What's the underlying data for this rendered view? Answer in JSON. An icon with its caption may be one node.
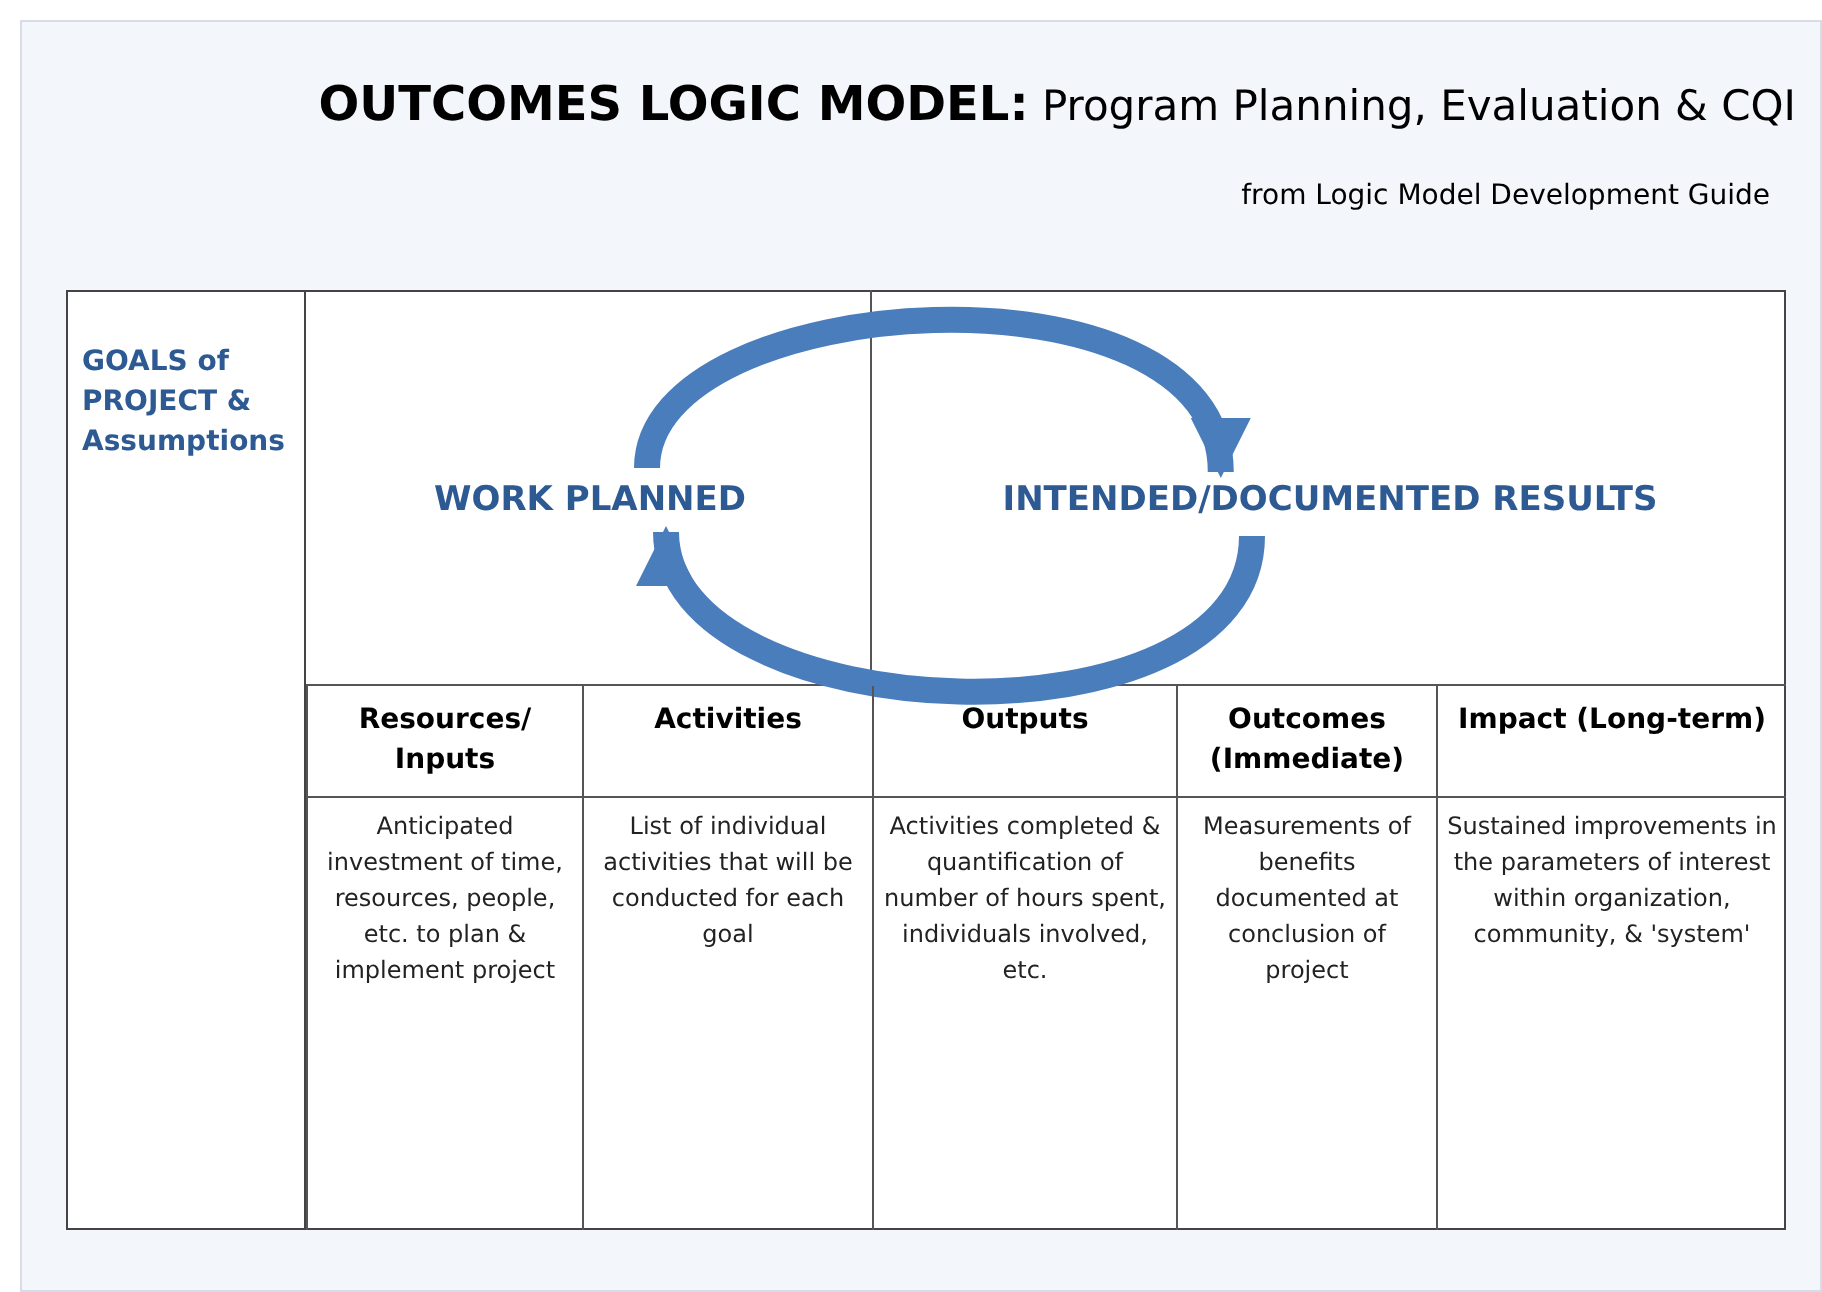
{
  "diagram": {
    "title": "**OUTCOMES LOGIC MODEL:** Program Planning, Evaluation & CQI",
    "nodes": [
      {
        "text": [
          "GOALS of PROJECT & Assumptions"
        ]
      },
      {
        "text": [
          "WORK PLANNED"
        ]
      },
      {
        "text": [
          "INTENDED/DOCUMENTED RESULTS"
        ]
      },
      {
        "text": [
          "Resources/ Inputs",
          "Anticipated investment of time, resources, people, etc. to plan & implement project"
        ]
      },
      {
        "text": [
          "Activities",
          "List of individual activities that will be conducted for each goal"
        ]
      },
      {
        "text": [
          "Outputs",
          "Activities completed & quantification of number of hours spent, individuals involved, etc."
        ]
      },
      {
        "text": [
          "Outcomes (Immediate)",
          "Measurements of benefits documented at conclusion of project"
        ]
      },
      {
        "text": [
          "Impact (Long-term)",
          "Sustained improvements in the parameters of interest within organization, community, & 'system'"
        ]
      }
    ],
    "edges": [
      {
        "from": 1,
        "to": 2,
        "arrow": "to"
      },
      {
        "from": 2,
        "to": 1,
        "arrow": "to"
      }
    ],
    "labels": [
      "from Logic Model Development Guide"
    ]
  }
}
